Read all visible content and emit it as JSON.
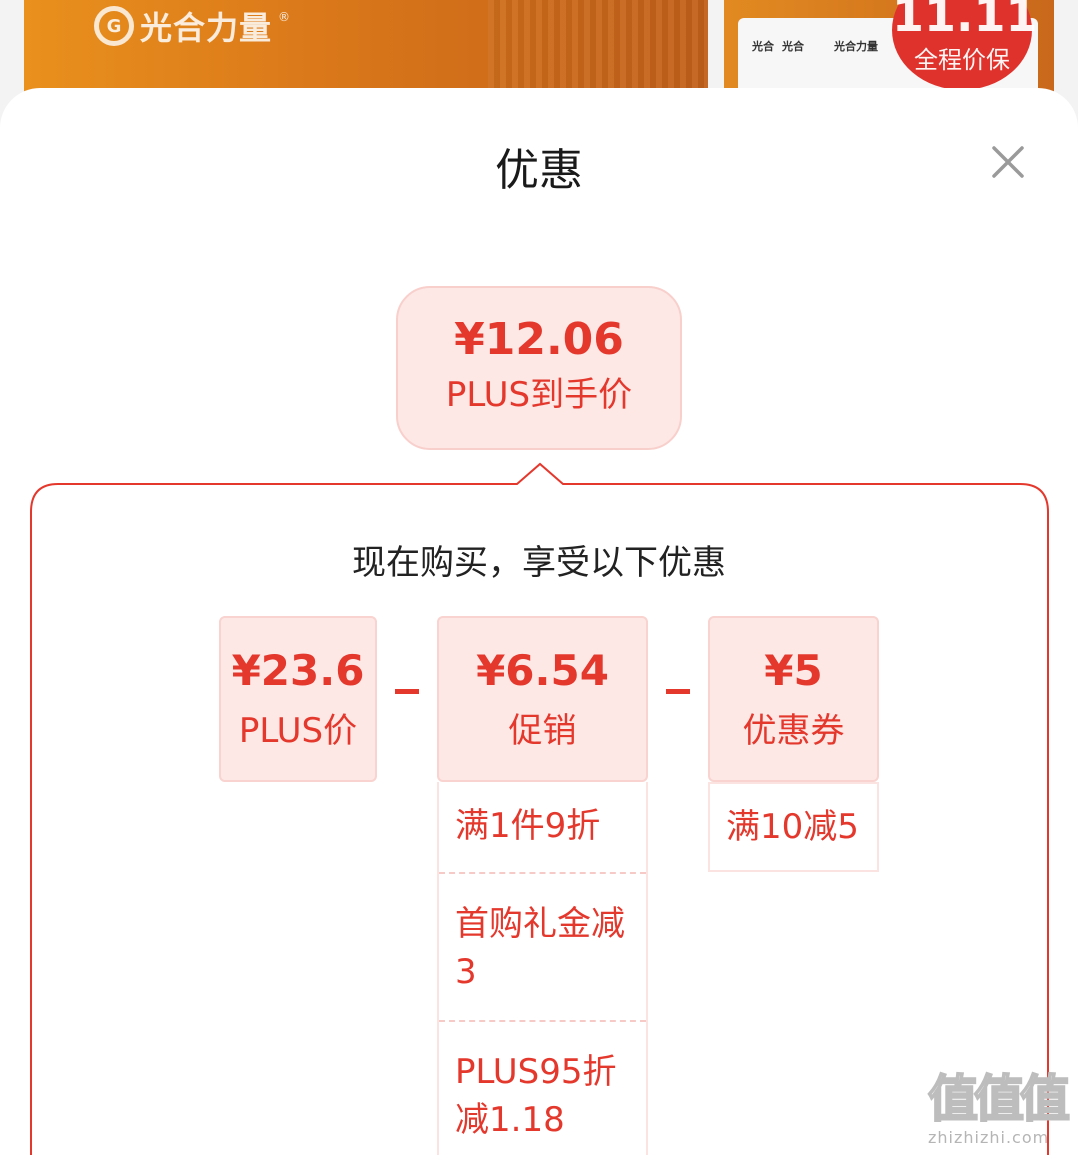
{
  "background": {
    "brand_logo_text": "光合力量",
    "brand_logo_mark": "G",
    "registered_mark": "®",
    "package_labels": [
      "光合",
      "光合",
      "光合力量"
    ],
    "badge_big": "11.11",
    "badge_small": "全程价保"
  },
  "sheet": {
    "title": "优惠",
    "close_icon": "close-icon"
  },
  "final_price": {
    "amount": "¥12.06",
    "label": "PLUS到手价"
  },
  "breakdown": {
    "subtitle": "现在购买，享受以下优惠",
    "cards": [
      {
        "amount": "¥23.6",
        "label": "PLUS价"
      },
      {
        "amount": "¥6.54",
        "label": "促销"
      },
      {
        "amount": "¥5",
        "label": "优惠券"
      }
    ],
    "promotion_details": [
      "满1件9折",
      "首购礼金减3",
      "PLUS95折减1.18"
    ],
    "coupon_details": [
      "满10减5"
    ]
  },
  "colors": {
    "accent": "#e4382d",
    "card_bg": "#fde8e6",
    "frame": "#e4382d"
  },
  "watermark": {
    "glyphs": "值值值",
    "url": "zhizhizhi.com"
  }
}
